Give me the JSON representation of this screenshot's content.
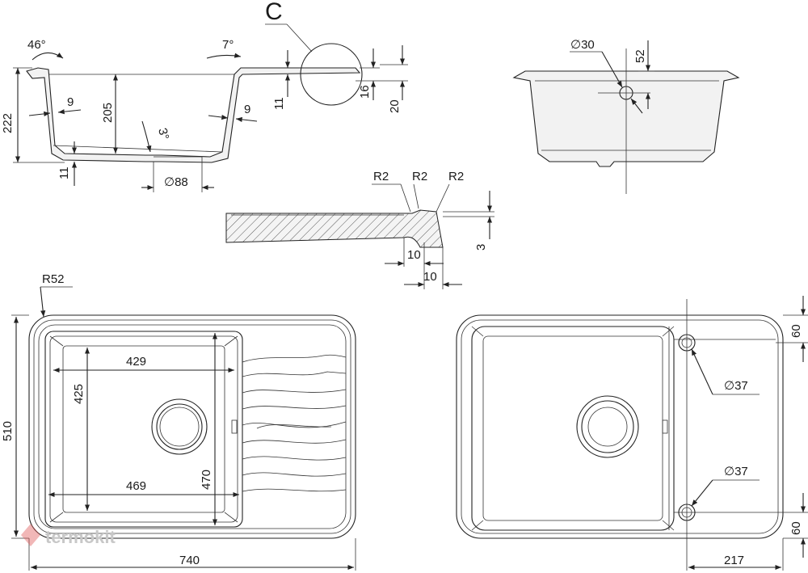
{
  "labels": {
    "angle_46": "46°",
    "angle_7": "7°",
    "angle_3": "3°",
    "detail_c": "C",
    "dim_9_left": "9",
    "dim_9_right": "9",
    "dim_205": "205",
    "dim_222": "222",
    "dim_11_bottom": "11",
    "dim_11_right": "11",
    "dim_16": "16",
    "dim_20": "20",
    "dim_d88": "∅88",
    "dim_d30": "∅30",
    "dim_52": "52",
    "r2_a": "R2",
    "r2_b": "R2",
    "r2_c": "R2",
    "dim_3": "3",
    "dim_10_a": "10",
    "dim_10_b": "10",
    "r52": "R52",
    "dim_510": "510",
    "dim_429": "429",
    "dim_425": "425",
    "dim_469": "469",
    "dim_470": "470",
    "dim_740": "740",
    "dim_d37_top": "∅37",
    "dim_d37_bottom": "∅37",
    "dim_60_top": "60",
    "dim_60_bottom": "60",
    "dim_217": "217"
  },
  "watermark": {
    "text": "termokit"
  },
  "colors": {
    "line": "#222222",
    "fill": "#f2f2f2",
    "watermark": "#c8c8c8",
    "watermark_logo": "#e06060"
  }
}
